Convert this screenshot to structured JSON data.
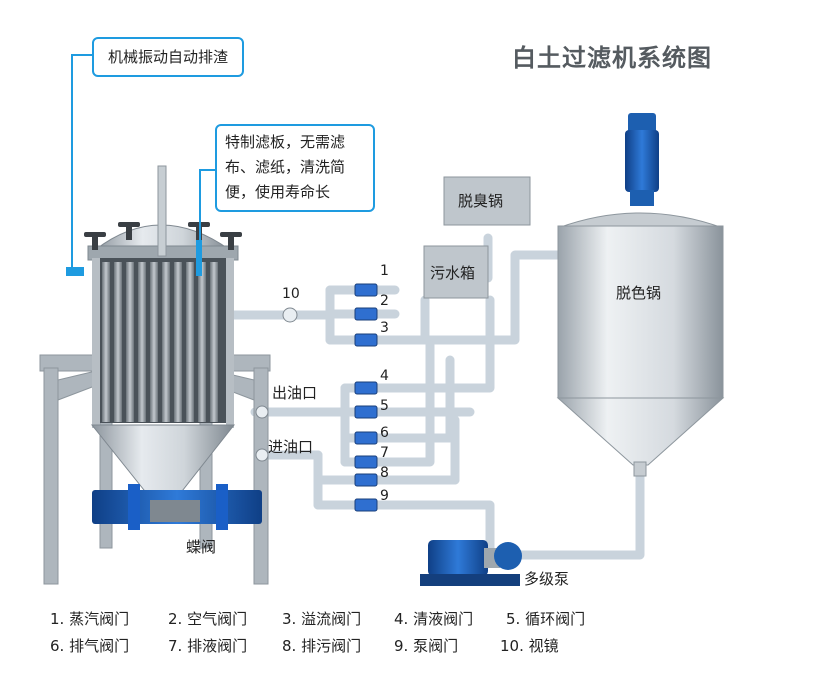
{
  "title": "白土过滤机系统图",
  "callouts": {
    "vibration": "机械振动自动排渣",
    "plate_line1": "特制滤板，无需滤",
    "plate_line2": "布、滤纸，清洗简",
    "plate_line3": "便，使用寿命长"
  },
  "labels": {
    "deodor_pot": "脱臭锅",
    "waste_tank": "污水箱",
    "decolor_pot": "脱色锅",
    "oil_out": "出油口",
    "oil_in": "进油口",
    "butterfly": "蝶阀",
    "pump": "多级泵"
  },
  "valve_numbers": [
    "1",
    "2",
    "3",
    "4",
    "5",
    "6",
    "7",
    "8",
    "9",
    "10"
  ],
  "legend": [
    "1. 蒸汽阀门",
    "2. 空气阀门",
    "3. 溢流阀门",
    "4. 清液阀门",
    "5. 循环阀门",
    "6. 排气阀门",
    "7. 排液阀门",
    "8. 排污阀门",
    "9. 泵阀门",
    "10. 视镜"
  ],
  "colors": {
    "callout_border": "#1e9be0",
    "pipe": "#c9d3dc",
    "frame": "#aeb6bd",
    "flange_blue": "#1a5fc7",
    "motor_blue": "#1d5fb0"
  }
}
